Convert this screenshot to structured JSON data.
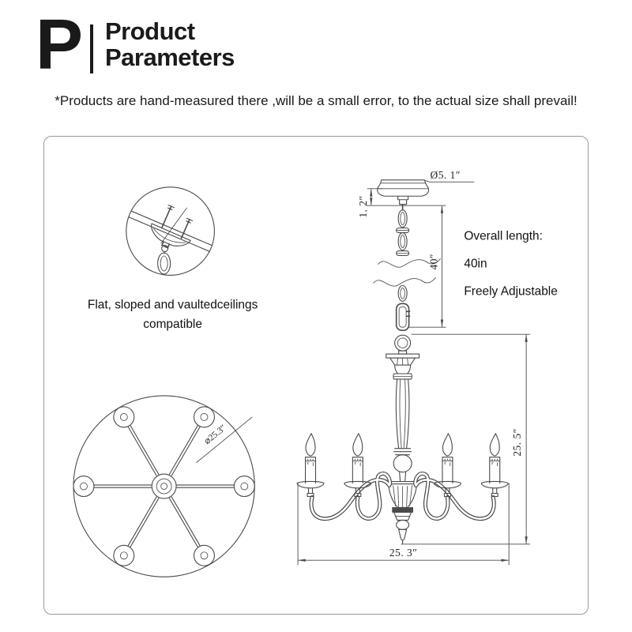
{
  "header": {
    "logo": "P",
    "title_line1": "Product",
    "title_line2": "Parameters"
  },
  "disclaimer": "*Products are hand-measured there ,will be a small error, to the actual size shall prevail!",
  "diagram": {
    "ceiling_note": {
      "line1": "Flat, sloped and vaultedceilings",
      "line2": "compatible"
    },
    "overall_length": {
      "line1": "Overall length:",
      "line2": "40in",
      "line3": "Freely Adjustable"
    },
    "dimensions": {
      "canopy_diameter": "Ø5. 1″",
      "canopy_height": "1. 2″",
      "chain_length": "40″",
      "fixture_height": "25. 5″",
      "fixture_width": "25. 3″",
      "top_view_diameter": "⌀25.3″"
    },
    "colors": {
      "line": "#4a4a4a",
      "border": "#9a9a9a",
      "text": "#1a1a1a"
    }
  }
}
